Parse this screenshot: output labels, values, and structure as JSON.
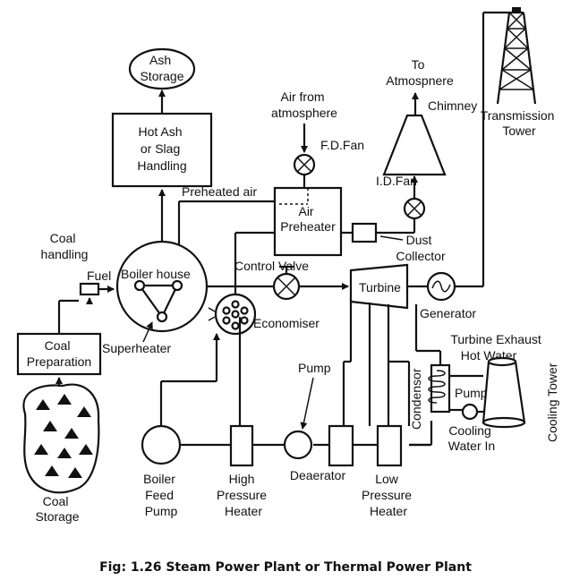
{
  "labels": {
    "ash_storage": [
      "Ash",
      "Storage"
    ],
    "hot_ash": [
      "Hot Ash",
      "or Slag",
      "Handling"
    ],
    "air_from_atmosphere": [
      "Air from",
      "atmosphere"
    ],
    "fd_fan": "F.D.Fan",
    "to_atmosphere": [
      "To",
      "Atmospnere"
    ],
    "chimney": "Chimney",
    "transmission_tower": [
      "Transmission",
      "Tower"
    ],
    "preheated_air": "Preheated air",
    "air_preheater": [
      "Air",
      "Preheater"
    ],
    "id_fan": "I.D.Fan",
    "dust_collector": [
      "Dust",
      "Collector"
    ],
    "coal_handling": [
      "Coal",
      "handling"
    ],
    "fuel": "Fuel",
    "boiler_house": "Boiler house",
    "control_valve": "Control Valve",
    "turbine": "Turbine",
    "generator": "Generator",
    "coal_preparation": [
      "Coal",
      "Preparation"
    ],
    "superheater": "Superheater",
    "economiser": "Economiser",
    "turbine_exhaust": [
      "Turbine Exhaust",
      "Hot Water"
    ],
    "pump_top": "Pump",
    "condensor": "Condensor",
    "pump_right": "Pump",
    "cooling_tower": "Cooling Tower",
    "cooling_water_in": [
      "Cooling",
      "Water In"
    ],
    "boiler_feed_pump": [
      "Boiler",
      "Feed",
      "Pump"
    ],
    "high_pressure_heater": [
      "High",
      "Pressure",
      "Heater"
    ],
    "deaerator": "Deaerator",
    "low_pressure_heater": [
      "Low",
      "Pressure",
      "Heater"
    ],
    "coal_storage": [
      "Coal",
      "Storage"
    ]
  },
  "caption": "Fig: 1.26 Steam Power Plant or Thermal Power Plant"
}
